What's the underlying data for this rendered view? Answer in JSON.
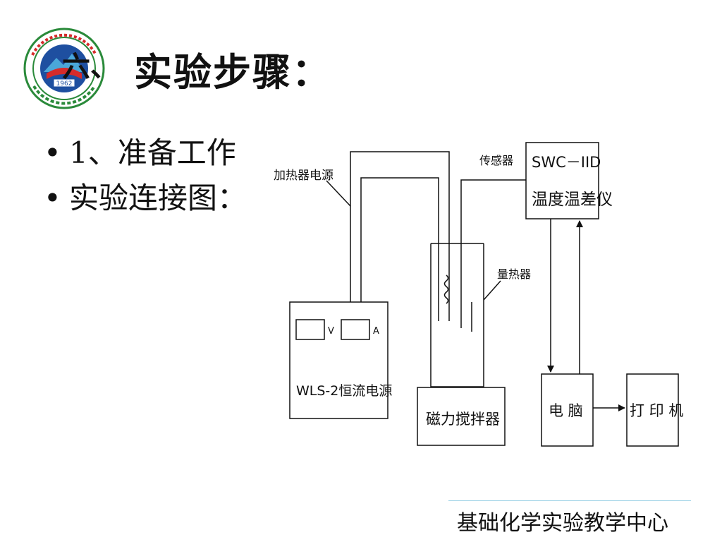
{
  "header": {
    "logo": {
      "icon": "university-emblem-icon",
      "year": "1962",
      "colors": {
        "ring": "#2a8a3a",
        "inner": "#1e4fa0",
        "accent": "#d62b2b",
        "mountain": "#4aa7d9"
      }
    },
    "title_prefix": "六、",
    "title": "实验步骤："
  },
  "bullets": [
    {
      "text": "1、准备工作"
    },
    {
      "text": "实验连接图："
    }
  ],
  "diagram": {
    "power_supply": {
      "label": "WLS-2恒流电源",
      "meter_v": "V",
      "meter_a": "A"
    },
    "heater_label": "加热器电源",
    "sensor_label": "传感器",
    "instrument": {
      "line1": "SWC－IID",
      "line2": "温度温差仪"
    },
    "calorimeter_label": "量热器",
    "stirrer": "磁力搅拌器",
    "computer": "电  脑",
    "printer": "打 印 机"
  },
  "footer": {
    "text": "基础化学实验教学中心",
    "line_color": "#9fd3e6"
  }
}
